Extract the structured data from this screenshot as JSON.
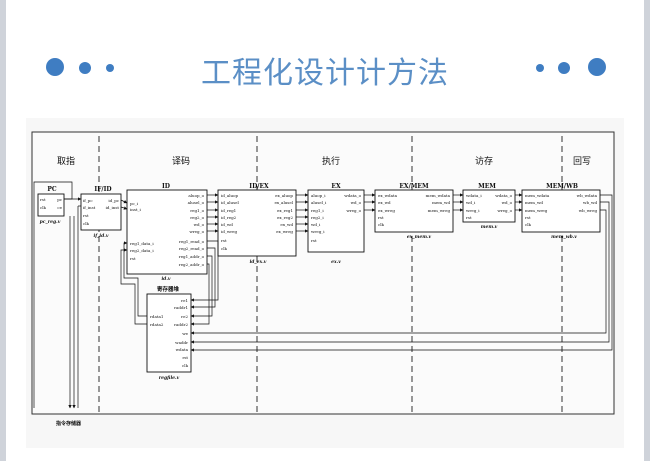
{
  "slide": {
    "title": "工程化设计计方法"
  },
  "figure": {
    "stages": [
      "取指",
      "译码",
      "执行",
      "访存",
      "回写"
    ],
    "modules": [
      {
        "name": "PC",
        "file": "pc_reg.v",
        "ports_left": [
          "rst",
          "clk"
        ],
        "ports_right": [
          "pc",
          "ce"
        ]
      },
      {
        "name": "IF/ID",
        "file": "if_id.v",
        "ports_left": [
          "if_pc",
          "if_inst",
          "rst",
          "clk"
        ],
        "ports_right": [
          "id_pc",
          "id_inst"
        ]
      },
      {
        "name": "ID",
        "file": "id.v",
        "ports_left": [
          "pc_i",
          "inst_i",
          "reg1_data_i",
          "reg2_data_i",
          "rst"
        ],
        "ports_right": [
          "aluop_o",
          "alusel_o",
          "reg1_o",
          "reg2_o",
          "wd_o",
          "wreg_o",
          "reg1_read_o",
          "reg2_read_o",
          "reg1_addr_o",
          "reg2_addr_o"
        ]
      },
      {
        "name": "ID/EX",
        "file": "id_ex.v",
        "ports_left": [
          "id_aluop",
          "id_alusel",
          "id_reg1",
          "id_reg2",
          "id_wd",
          "id_wreg",
          "rst",
          "clk"
        ],
        "ports_right": [
          "ex_aluop",
          "ex_alusel",
          "ex_reg1",
          "ex_reg2",
          "ex_wd",
          "ex_wreg"
        ]
      },
      {
        "name": "EX",
        "file": "ex.v",
        "ports_left": [
          "aluop_i",
          "alusel_i",
          "reg1_i",
          "reg2_i",
          "wd_i",
          "wreg_i",
          "rst"
        ],
        "ports_right": [
          "wdata_o",
          "wd_o",
          "wreg_o"
        ]
      },
      {
        "name": "EX/MEM",
        "file": "ex_mem.v",
        "ports_left": [
          "ex_wdata",
          "ex_wd",
          "ex_wreg",
          "rst",
          "clk"
        ],
        "ports_right": [
          "mem_wdata",
          "mem_wd",
          "mem_wreg"
        ]
      },
      {
        "name": "MEM",
        "file": "mem.v",
        "ports_left": [
          "wdata_i",
          "wd_i",
          "wreg_i",
          "rst"
        ],
        "ports_right": [
          "wdata_o",
          "wd_o",
          "wreg_o"
        ]
      },
      {
        "name": "MEM/WB",
        "file": "mem_wb.v",
        "ports_left": [
          "mem_wdata",
          "mem_wd",
          "mem_wreg",
          "rst",
          "clk"
        ],
        "ports_right": [
          "wb_wdata",
          "wb_wd",
          "wb_wreg"
        ]
      },
      {
        "name": "寄存器堆",
        "file": "regfile.v",
        "ports_left": [
          "rdata1",
          "rdata2"
        ],
        "ports_right": [
          "re1",
          "raddr1",
          "re2",
          "raddr2",
          "we",
          "waddr",
          "wdata",
          "rst",
          "clk"
        ]
      }
    ],
    "footer_label": "指令存储器"
  }
}
